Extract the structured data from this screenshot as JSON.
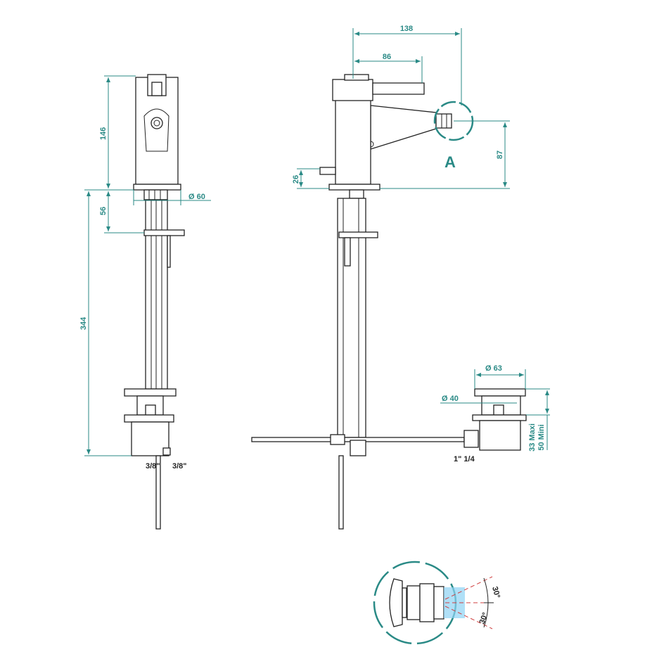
{
  "colors": {
    "dimension": "#2a8a86",
    "outline": "#222222",
    "water": "#8fd3f4",
    "angle": "#d04040"
  },
  "side_view": {
    "height_body": "146",
    "height_lower": "56",
    "height_tail": "344",
    "diameter_base": "Ø 60",
    "thread_left": "3/8\"",
    "thread_right": "3/8\""
  },
  "front_view": {
    "width_total": "138",
    "width_lever": "86",
    "height_spout": "87",
    "height_rod": "26",
    "detail_label": "A"
  },
  "waste": {
    "diameter_top": "Ø 63",
    "diameter_inner": "Ø 40",
    "height_max": "33 Maxi",
    "height_min": "50 Mini",
    "thread": "1\" 1/4"
  },
  "detail_a": {
    "angle_top": "30°",
    "angle_bottom": "30°"
  }
}
